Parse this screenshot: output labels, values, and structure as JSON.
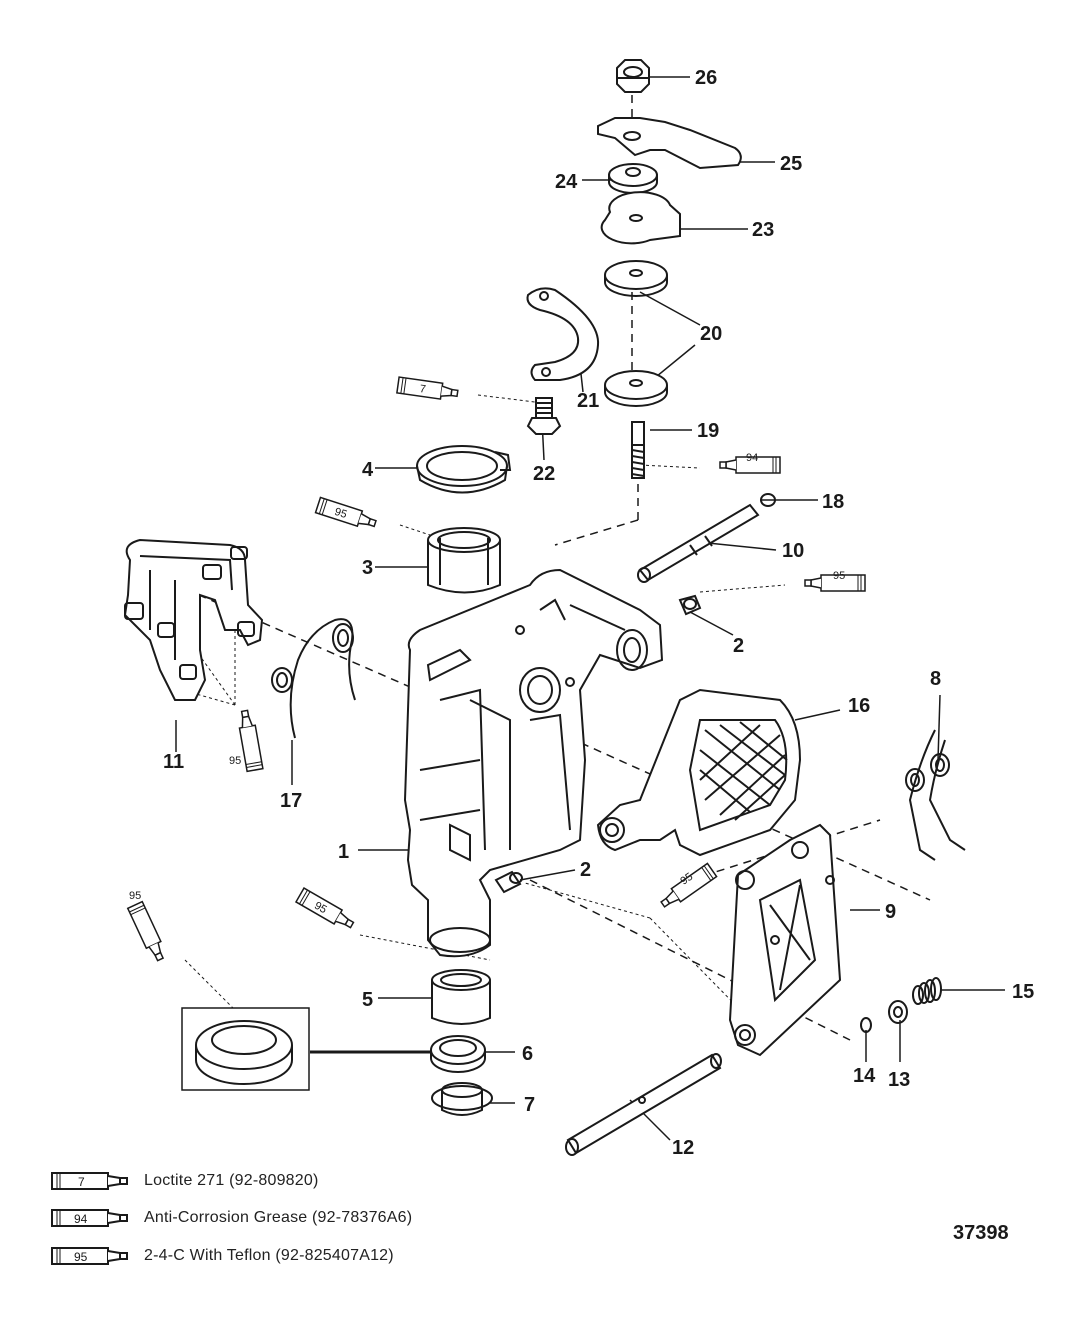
{
  "callouts": {
    "c1": "1",
    "c2a": "2",
    "c2b": "2",
    "c3": "3",
    "c4": "4",
    "c5": "5",
    "c6": "6",
    "c7": "7",
    "c8": "8",
    "c9": "9",
    "c10": "10",
    "c11": "11",
    "c12": "12",
    "c13": "13",
    "c14": "14",
    "c15": "15",
    "c16": "16",
    "c17": "17",
    "c18": "18",
    "c19": "19",
    "c20": "20",
    "c21": "21",
    "c22": "22",
    "c23": "23",
    "c24": "24",
    "c25": "25",
    "c26": "26"
  },
  "tubes": {
    "t7": "7",
    "t94": "94",
    "t95a": "95",
    "t95b": "95",
    "t95c": "95",
    "t95d": "95",
    "t95e": "95",
    "t95f": "95"
  },
  "legend": [
    {
      "code": "7",
      "text": "Loctite 271 (92-809820)"
    },
    {
      "code": "94",
      "text": "Anti-Corrosion Grease (92-78376A6)"
    },
    {
      "code": "95",
      "text": "2-4-C  With Teflon (92-825407A12)"
    }
  ],
  "diagram_number": "37398",
  "colors": {
    "ink": "#1a1a1a",
    "paper": "#ffffff"
  }
}
